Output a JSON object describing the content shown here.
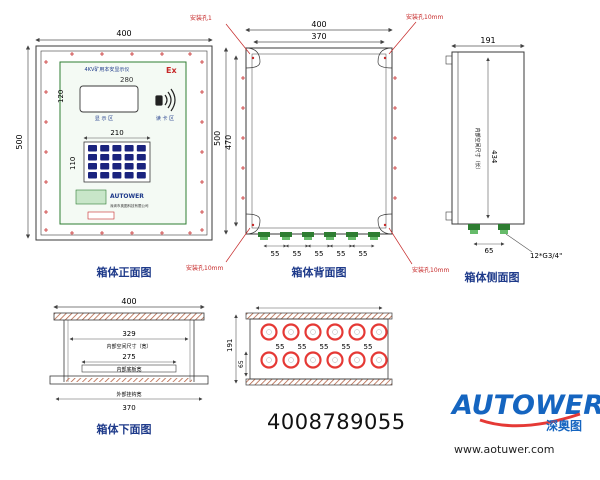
{
  "front": {
    "caption": "箱体正面图",
    "width": "400",
    "height": "500",
    "display_width": "280",
    "display_height": "120",
    "display_title": "4KV矿用本安显示仪",
    "display_label": "显 示 区",
    "card_label": "读 卡 区",
    "keypad_width": "210",
    "keypad_height": "110",
    "ex_mark": "Ex",
    "brand": "AUTOWER",
    "nameplate": "深圳市奥图科技有限公司"
  },
  "back": {
    "caption": "箱体背面图",
    "width": "400",
    "inner_width": "370",
    "height": "500",
    "inner_height": "470",
    "gland_pitch": "55",
    "hole_tl": "安装孔1",
    "hole_tr": "安装孔10mm",
    "hole_bl": "安装孔10mm",
    "hole_br": "安装孔10mm"
  },
  "side": {
    "caption": "箱体侧面图",
    "depth": "191",
    "inner_height": "434",
    "inner_label": "内部空间尺寸（长）",
    "gland_spacing": "65",
    "thread": "12*G3/4\""
  },
  "bottom": {
    "caption": "箱体下面图",
    "width": "400",
    "inner_space": "329",
    "inner_space_label": "内部空间尺寸（宽）",
    "mount": "275",
    "mount_label": "内部底板宽",
    "outer": "370",
    "outer_label": "外部挂钩宽",
    "depth": "191",
    "lower_offset": "65",
    "gland_pitch": "55"
  },
  "contact": {
    "phone": "4008789055",
    "url": "www.aotuwer.com"
  },
  "logo": {
    "brand": "AUTOWER",
    "subtitle": "深奥图",
    "color_primary": "#1565c0",
    "color_accent": "#e53935"
  },
  "colors": {
    "line": "#3a3a3a",
    "dim": "#555555",
    "green": "#2e7d32",
    "red_circle": "#e53935",
    "key": "#1a237e",
    "hatch": "#b05a3a",
    "blue_label": "#1e3a8a"
  }
}
